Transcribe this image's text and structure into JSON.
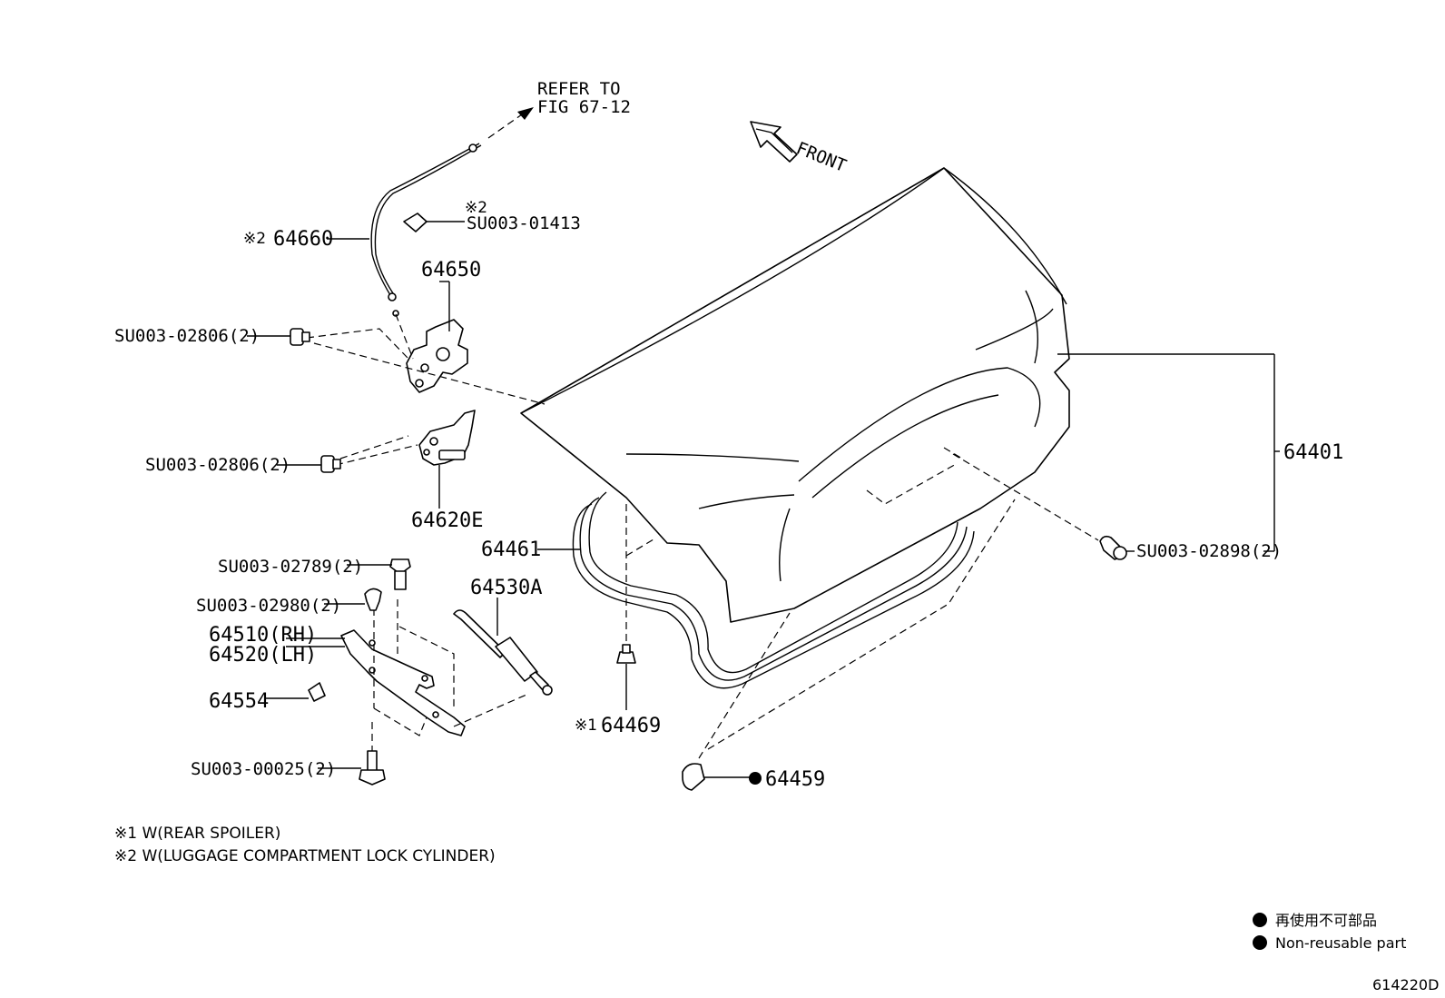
{
  "reference": {
    "line1": "REFER TO",
    "line2": "FIG 67-12"
  },
  "front_indicator": "FRONT",
  "labels": {
    "p64660_mark": "※2",
    "p64660": "64660",
    "su01413_mark": "※2",
    "su01413": "SU003-01413",
    "p64650": "64650",
    "su02806_a": "SU003-02806(2)",
    "su02806_b": "SU003-02806(2)",
    "p64620e": "64620E",
    "p64461": "64461",
    "su02789": "SU003-02789(2)",
    "su02980": "SU003-02980(2)",
    "p64530a": "64530A",
    "p64510": "64510(RH)",
    "p64520": "64520(LH)",
    "p64554": "64554",
    "p64469_mark": "※1",
    "p64469": "64469",
    "su00025": "SU003-00025(2)",
    "p64459": "64459",
    "p64401": "64401",
    "su02898": "SU003-02898(2)"
  },
  "footnotes": {
    "note1": "※1 W(REAR SPOILER)",
    "note2": "※2 W(LUGGAGE COMPARTMENT LOCK CYLINDER)"
  },
  "legend": {
    "jp": "再使用不可部品",
    "en": "Non-reusable part"
  },
  "figure_code": "614220D"
}
